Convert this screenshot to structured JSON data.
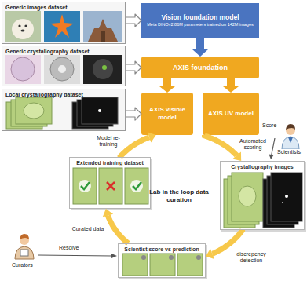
{
  "diagram": {
    "nodes": [
      {
        "text": [
          "Generic images dataset"
        ]
      },
      {
        "text": [
          "Generic crystallography dataset"
        ]
      },
      {
        "text": [
          "Local crystallography dataset"
        ]
      },
      {
        "text": [
          "Vision foundation model",
          "Meta DINOv2 86M parameters trained on 142M images"
        ]
      },
      {
        "text": [
          "AXIS foundation"
        ]
      },
      {
        "text": [
          "AXIS visible model"
        ]
      },
      {
        "text": [
          "AXIS UV model"
        ]
      },
      {
        "text": [
          "Crystallography images"
        ]
      },
      {
        "text": [
          "Scientist score vs prediction"
        ]
      },
      {
        "text": [
          "Extended training dataset"
        ]
      }
    ],
    "edges": [
      {
        "from": 0,
        "to": 3,
        "arrow": "to"
      },
      {
        "from": 1,
        "to": 4,
        "arrow": "to"
      },
      {
        "from": 2,
        "to": 5,
        "arrow": "to"
      },
      {
        "from": 3,
        "to": 4,
        "arrow": "to"
      },
      {
        "from": 4,
        "to": 5,
        "arrow": "to"
      },
      {
        "from": 4,
        "to": 6,
        "arrow": "to"
      },
      {
        "from": 6,
        "to": 7,
        "label": "Automated scoring",
        "arrow": "to"
      },
      {
        "from": 7,
        "to": 8,
        "label": "discrepency detection",
        "arrow": "to"
      },
      {
        "from": 8,
        "to": 9,
        "label": "Curated data",
        "arrow": "to"
      },
      {
        "from": 9,
        "to": 5,
        "label": "Model re-training",
        "arrow": "to"
      }
    ],
    "labels": [
      "Lab in the loop data curation",
      "Score",
      "Scientists",
      "Curators",
      "Resolve"
    ]
  }
}
